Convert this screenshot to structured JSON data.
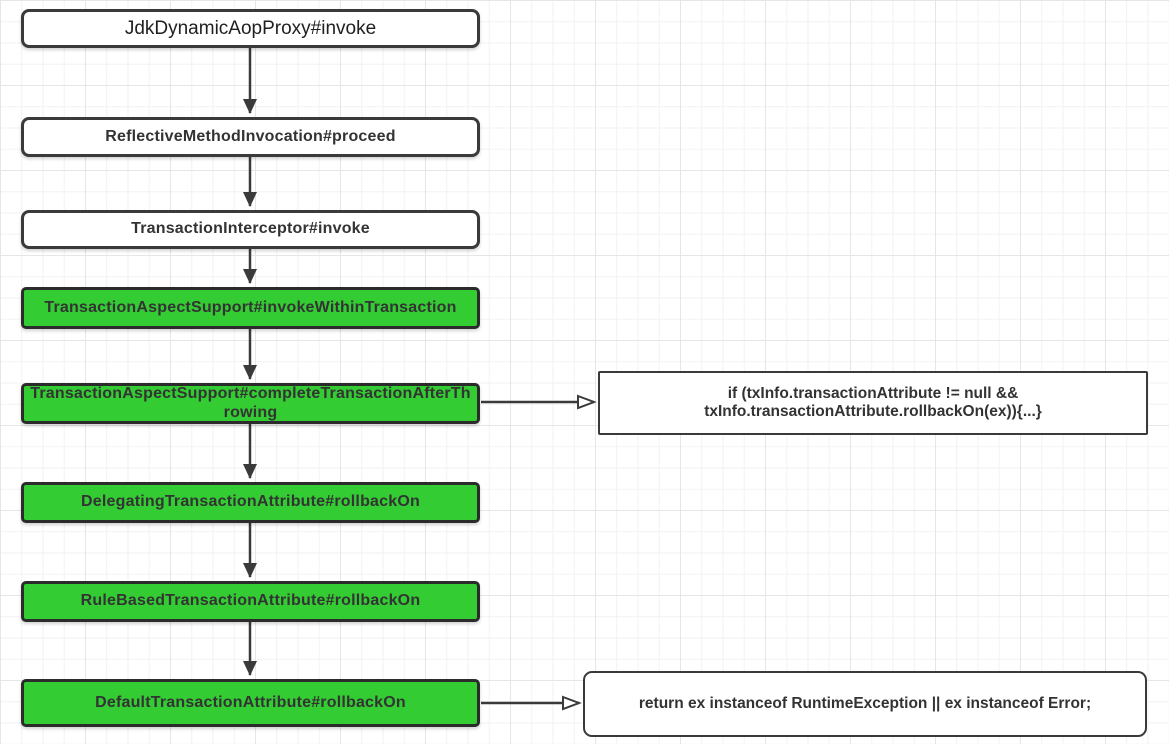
{
  "palette": {
    "node_green": "#33cc33",
    "node_white": "#ffffff",
    "node_border": "#3a3a3a",
    "text": "#333333",
    "arrow": "#3a3a3a",
    "grid_minor": "#f2f2f4",
    "grid_major": "#e4e6ea"
  },
  "flow": {
    "nodes": [
      {
        "id": "jdk-dynamic-aop-proxy-invoke",
        "label": "JdkDynamicAopProxy#invoke",
        "style": "white"
      },
      {
        "id": "reflective-method-invocation-proceed",
        "label": "ReflectiveMethodInvocation#proceed",
        "style": "white"
      },
      {
        "id": "transaction-interceptor-invoke",
        "label": "TransactionInterceptor#invoke",
        "style": "white"
      },
      {
        "id": "invoke-within-transaction",
        "label": "TransactionAspectSupport#invokeWithinTransaction",
        "style": "green"
      },
      {
        "id": "complete-transaction-after-throwing",
        "label": "TransactionAspectSupport#completeTransactionAfterThrowing",
        "style": "green"
      },
      {
        "id": "delegating-transaction-attribute",
        "label": "DelegatingTransactionAttribute#rollbackOn",
        "style": "green"
      },
      {
        "id": "rule-based-transaction-attribute",
        "label": "RuleBasedTransactionAttribute#rollbackOn",
        "style": "green"
      },
      {
        "id": "default-transaction-attribute",
        "label": "DefaultTransactionAttribute#rollbackOn",
        "style": "green"
      }
    ],
    "annotations": [
      {
        "id": "rollback-check-code",
        "label": "if (txInfo.transactionAttribute != null && txInfo.transactionAttribute.rollbackOn(ex)){...}"
      },
      {
        "id": "rollback-return-code",
        "label": "return ex instanceof RuntimeException || ex instanceof Error;"
      }
    ]
  }
}
